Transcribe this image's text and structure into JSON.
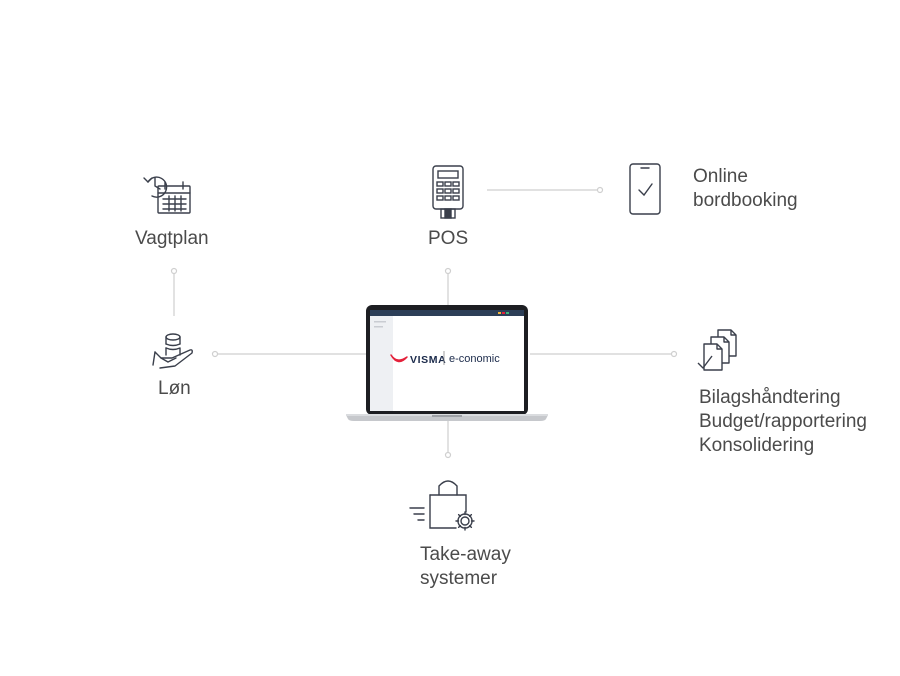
{
  "nodes": {
    "vagtplan": {
      "label": "Vagtplan",
      "icon": "calendar-clock-icon"
    },
    "pos": {
      "label": "POS",
      "icon": "pos-terminal-icon"
    },
    "online": {
      "lines": [
        "Online",
        "bordbooking"
      ],
      "icon": "smartphone-check-icon"
    },
    "lon": {
      "label": "Løn",
      "icon": "hand-coins-icon"
    },
    "bilag": {
      "lines": [
        "Bilagshåndtering",
        "Budget/rapportering",
        "Konsolidering"
      ],
      "icon": "documents-check-icon"
    },
    "takeaway": {
      "lines": [
        "Take-away",
        "systemer"
      ],
      "icon": "shopping-bag-gear-icon"
    }
  },
  "center": {
    "brand": "VISMA",
    "product": "e-conomic",
    "icon": "laptop-icon"
  },
  "colors": {
    "icon_stroke": "#3a3f4b",
    "connector": "#c8c8c8",
    "visma_red": "#e4203a",
    "text": "#4b4b4b"
  }
}
